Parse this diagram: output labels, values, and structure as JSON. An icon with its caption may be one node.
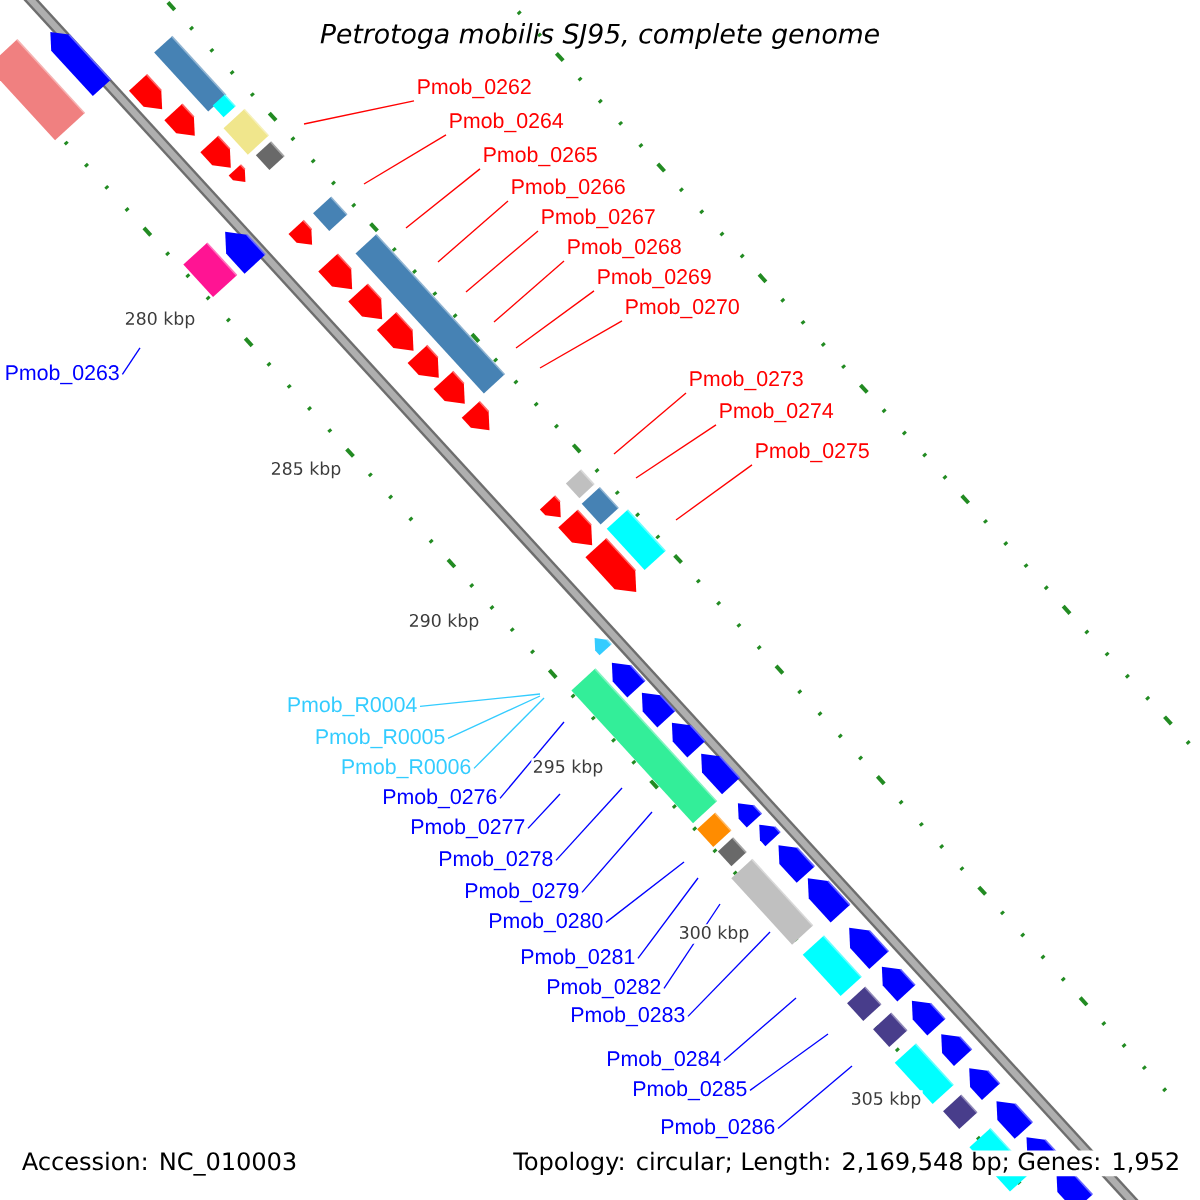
{
  "diagram": {
    "title": "Petrotoga mobilis SJ95, complete genome",
    "nodes": [
      {
        "text": [
          "Pmob_0262"
        ]
      },
      {
        "text": [
          "Pmob_0264"
        ]
      },
      {
        "text": [
          "Pmob_0265"
        ]
      },
      {
        "text": [
          "Pmob_0266"
        ]
      },
      {
        "text": [
          "Pmob_0267"
        ]
      },
      {
        "text": [
          "Pmob_0268"
        ]
      },
      {
        "text": [
          "Pmob_0269"
        ]
      },
      {
        "text": [
          "Pmob_0270"
        ]
      },
      {
        "text": [
          "Pmob_0263"
        ]
      },
      {
        "text": [
          "Pmob_0273"
        ]
      },
      {
        "text": [
          "Pmob_0274"
        ]
      },
      {
        "text": [
          "Pmob_0275"
        ]
      },
      {
        "text": [
          "Pmob_R0004"
        ]
      },
      {
        "text": [
          "Pmob_R0005"
        ]
      },
      {
        "text": [
          "Pmob_R0006"
        ]
      },
      {
        "text": [
          "Pmob_0276"
        ]
      },
      {
        "text": [
          "Pmob_0277"
        ]
      },
      {
        "text": [
          "Pmob_0278"
        ]
      },
      {
        "text": [
          "Pmob_0279"
        ]
      },
      {
        "text": [
          "Pmob_0280"
        ]
      },
      {
        "text": [
          "Pmob_0281"
        ]
      },
      {
        "text": [
          "Pmob_0282"
        ]
      },
      {
        "text": [
          "Pmob_0283"
        ]
      },
      {
        "text": [
          "Pmob_0284"
        ]
      },
      {
        "text": [
          "Pmob_0285"
        ]
      },
      {
        "text": [
          "Pmob_0286"
        ]
      }
    ],
    "edges": [
      {
        "from": 0,
        "to": null,
        "arrow": "none",
        "color": "#ff0000"
      },
      {
        "from": 1,
        "to": null,
        "arrow": "none",
        "color": "#ff0000"
      },
      {
        "from": 2,
        "to": null,
        "arrow": "none",
        "color": "#ff0000"
      },
      {
        "from": 3,
        "to": null,
        "arrow": "none",
        "color": "#ff0000"
      },
      {
        "from": 4,
        "to": null,
        "arrow": "none",
        "color": "#ff0000"
      },
      {
        "from": 5,
        "to": null,
        "arrow": "none",
        "color": "#ff0000"
      },
      {
        "from": 6,
        "to": null,
        "arrow": "none",
        "color": "#ff0000"
      },
      {
        "from": 7,
        "to": null,
        "arrow": "none",
        "color": "#ff0000"
      },
      {
        "from": 8,
        "to": null,
        "arrow": "none"
      },
      {
        "from": 9,
        "to": null,
        "arrow": "none",
        "color": "#ff0000"
      },
      {
        "from": 10,
        "to": null,
        "arrow": "none",
        "color": "#ff0000"
      },
      {
        "from": 11,
        "to": null,
        "arrow": "none",
        "color": "#ff0000"
      },
      {
        "from": 12,
        "to": null,
        "arrow": "none",
        "color": "#33ccff"
      },
      {
        "from": 13,
        "to": null,
        "arrow": "none",
        "color": "#33ccff"
      },
      {
        "from": 14,
        "to": null,
        "arrow": "none",
        "color": "#33ccff"
      },
      {
        "from": 15,
        "to": null,
        "arrow": "none"
      },
      {
        "from": 16,
        "to": null,
        "arrow": "none"
      },
      {
        "from": 17,
        "to": null,
        "arrow": "none"
      },
      {
        "from": 18,
        "to": null,
        "arrow": "none"
      },
      {
        "from": 19,
        "to": null,
        "arrow": "none"
      },
      {
        "from": 20,
        "to": null,
        "arrow": "none"
      },
      {
        "from": 21,
        "to": null,
        "arrow": "none"
      },
      {
        "from": 22,
        "to": null,
        "arrow": "none"
      },
      {
        "from": 23,
        "to": null,
        "arrow": "none"
      },
      {
        "from": 24,
        "to": null,
        "arrow": "none"
      },
      {
        "from": 25,
        "to": null,
        "arrow": "none"
      }
    ],
    "labels": [
      "280 kbp",
      "285 kbp",
      "290 kbp",
      "295 kbp",
      "300 kbp",
      "305 kbp",
      "Accession: NC_010003",
      "Topology: circular; Length: 2,169,548 bp; Genes: 1,952"
    ]
  }
}
